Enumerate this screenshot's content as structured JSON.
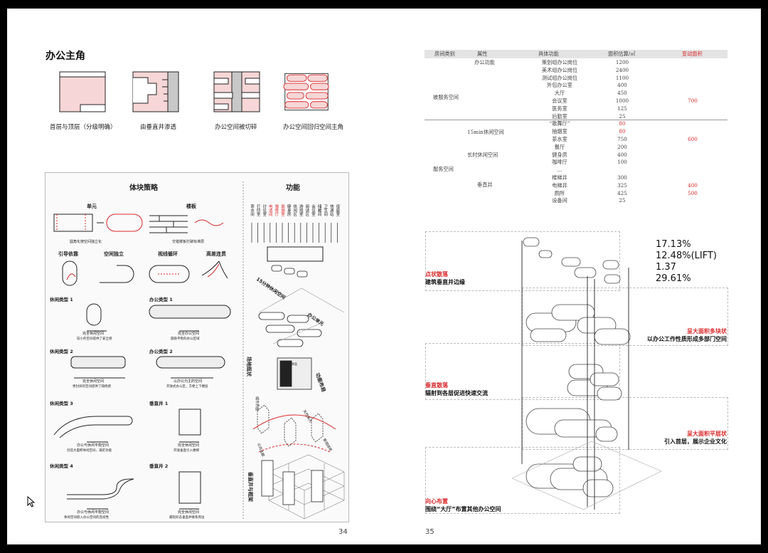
{
  "left_page": {
    "section_title": "办公主角",
    "strategies": [
      {
        "caption": "首层与顶层（分级明确）"
      },
      {
        "caption": "由垂直井渗透"
      },
      {
        "caption": "办公空间被切碎"
      },
      {
        "caption": "办公空间回归空间主角"
      }
    ],
    "panel": {
      "heading_left": "体块策略",
      "heading_right": "功能",
      "unit_label": "单元",
      "slab_label": "楼板",
      "unit_caption": "圆角化使空间独立化",
      "slab_caption": "交错楼板打破标准层",
      "concepts": [
        "引导依靠",
        "空间独立",
        "视线循环",
        "高差连贯"
      ],
      "types_left": [
        {
          "title": "休闲类型 1",
          "line1": "完全休闲空间",
          "line2": "较小的空间提供了安全感"
        },
        {
          "title": "休闲类型 2",
          "line1": "完全休闲空间",
          "line2": "更封闭的空间提供了隔绝感"
        },
        {
          "title": "休闲类型 3",
          "line1": "办公与休闲平衡空间",
          "line2": "创造大面积休闲空间，满足功能"
        },
        {
          "title": "休闲类型 4",
          "line1": "办公与休闲平衡空间",
          "line2": "休闲空间嵌入办公空间的连续性"
        }
      ],
      "types_right": [
        {
          "title": "办公类型 1",
          "line1": "完全办公空间",
          "line2": "圆角平稳的办公区域"
        },
        {
          "title": "办公类型 2",
          "line1": "以办公为主的空间",
          "line2": "开放式办公区，方便上下楼层"
        },
        {
          "title": "垂直井 1",
          "line1": "完全休闲空间",
          "line2": "开放垂直引入楼梯"
        },
        {
          "title": "垂直井 2",
          "line1": "完全休闲空间",
          "line2": "最轻形态垂直井联系周边"
        }
      ],
      "function_labels": [
        "茶水间",
        "打印室",
        "讨论室",
        "电话间",
        "咖啡厅",
        "瑜伽室",
        "健身房",
        "休闲区",
        "游戏室",
        "阅读区",
        "会议室",
        "储藏间",
        "卫生间",
        "快递站",
        "母婴室"
      ],
      "function_red_indices": [
        3,
        4,
        5
      ],
      "diagram_labels": {
        "l1": "15分钟休闲空间",
        "l2": "办公单元",
        "l3": "功能布局",
        "l4": "场地既状",
        "l5": "城市界面",
        "l6": "天然采光",
        "l7": "公共连廊",
        "l8": "景观绿带",
        "l9": "垂直井与框架",
        "sign": "城市界面"
      }
    },
    "page_number": "34"
  },
  "right_page": {
    "table": {
      "headers": [
        "房间类别",
        "属性",
        "具体功能",
        "面积估算/㎡",
        "变动面积"
      ],
      "groups": [
        {
          "name": "被服务空间",
          "sub": "办公功能"
        },
        {
          "name": "服务空间",
          "sub1": "15min休闲空间",
          "sub2": "长时休闲空间",
          "sub3": "垂直井"
        }
      ],
      "rows": [
        {
          "func": "策划组办公岗位",
          "area": "1200",
          "change": "",
          "red_area": false
        },
        {
          "func": "美术组办公岗位",
          "area": "2400",
          "change": "",
          "red_area": false
        },
        {
          "func": "测试组办公岗位",
          "area": "1100",
          "change": "",
          "red_area": false
        },
        {
          "func": "外包办公室",
          "area": "400",
          "change": "",
          "red_area": false
        },
        {
          "func": "大厅",
          "area": "450",
          "change": "",
          "red_area": false
        },
        {
          "func": "会议室",
          "area": "1000",
          "change": "700",
          "red_area": false
        },
        {
          "func": "医务室",
          "area": "125",
          "change": "",
          "red_area": false
        },
        {
          "func": "后勤室",
          "area": "25",
          "change": "",
          "red_area": false
        },
        {
          "func": "“歌舞厅”",
          "area": "80",
          "change": "",
          "red_area": true
        },
        {
          "func": "抽烟室",
          "area": "80",
          "change": "",
          "red_area": true
        },
        {
          "func": "茶水室",
          "area": "750",
          "change": "600",
          "red_area": false
        },
        {
          "func": "餐厅",
          "area": "200",
          "change": "",
          "red_area": false
        },
        {
          "func": "健身房",
          "area": "400",
          "change": "",
          "red_area": false
        },
        {
          "func": "咖啡厅",
          "area": "100",
          "change": "",
          "red_area": false
        },
        {
          "func": "…",
          "area": "",
          "change": "",
          "red_area": false
        },
        {
          "func": "楼梯井",
          "area": "300",
          "change": "",
          "red_area": false
        },
        {
          "func": "电梯井",
          "area": "325",
          "change": "400",
          "red_area": false
        },
        {
          "func": "厕所",
          "area": "425",
          "change": "500",
          "red_area": false
        },
        {
          "func": "设备间",
          "area": "25",
          "change": "",
          "red_area": false
        }
      ]
    },
    "stats": [
      "17.13%",
      "12.48%(LIFT)",
      "1.37",
      "29.61%"
    ],
    "annotations": [
      {
        "title": "点状散落",
        "desc": "建筑垂直井边缘"
      },
      {
        "title": "呈大面积多块状",
        "desc": "以办公工作性质形成多部门空间"
      },
      {
        "title": "垂直散落",
        "desc": "辐射到各层促进快速交流"
      },
      {
        "title": "呈大面积平层状",
        "desc": "引入首层，展示企业文化"
      },
      {
        "title": "向心布置",
        "desc": "围绕“大厅”布置其他办公空间"
      }
    ],
    "page_number": "35"
  },
  "colors": {
    "accent": "#d9292b",
    "pink": "#f6d6d6",
    "gray": "#c8c8c8"
  }
}
